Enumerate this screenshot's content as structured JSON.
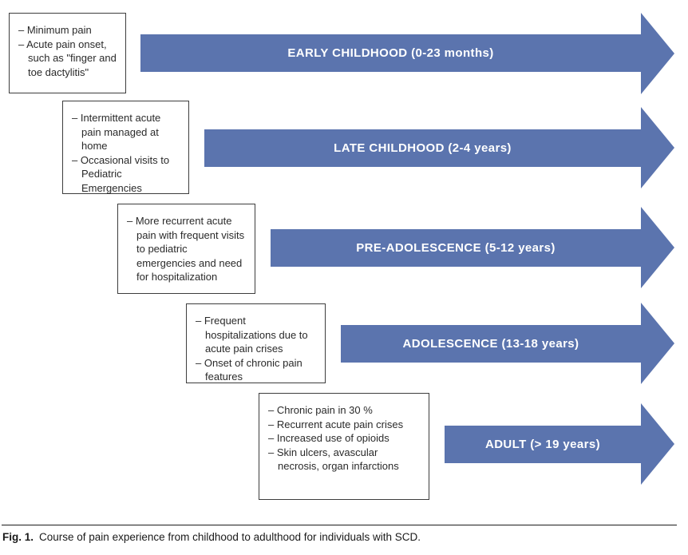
{
  "figure": {
    "caption_label": "Fig. 1.",
    "caption_text": "Course of pain experience from childhood to adulthood for individuals with SCD."
  },
  "colors": {
    "arrow_fill": "#5b74ae",
    "arrow_text": "#ffffff",
    "box_border": "#3d3d3d"
  },
  "stages": [
    {
      "arrow_label": "EARLY CHILDHOOD (0-23 months)",
      "bullets": [
        "– Minimum pain",
        "– Acute pain onset, such as \"finger and toe dactylitis\""
      ]
    },
    {
      "arrow_label": "LATE CHILDHOOD (2-4 years)",
      "bullets": [
        "– Intermittent acute pain managed at home",
        "– Occasional visits to Pediatric Emergencies"
      ]
    },
    {
      "arrow_label": "PRE-ADOLESCENCE (5-12 years)",
      "bullets": [
        "– More recurrent acute pain with frequent visits to pediatric emergencies and need for hospitalization"
      ]
    },
    {
      "arrow_label": "ADOLESCENCE (13-18 years)",
      "bullets": [
        "– Frequent hospitalizations due to acute pain crises",
        "– Onset of chronic pain features"
      ]
    },
    {
      "arrow_label": "ADULT (> 19 years)",
      "bullets": [
        "– Chronic pain in 30 %",
        "– Recurrent acute pain crises",
        "– Increased use of opioids",
        "– Skin ulcers, avascular necrosis, organ infarctions"
      ]
    }
  ]
}
